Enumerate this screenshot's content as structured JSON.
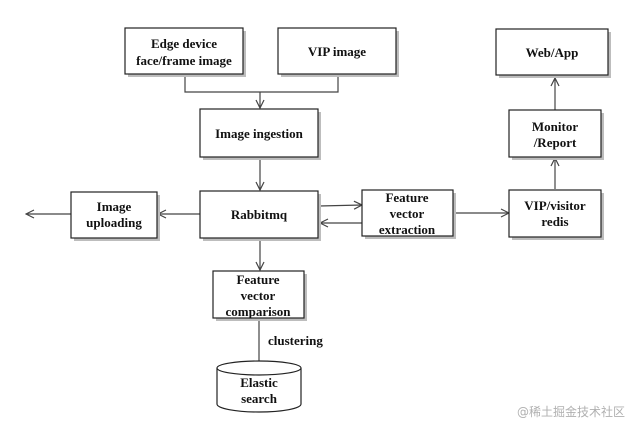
{
  "diagram": {
    "nodes": {
      "edge_device": [
        "Edge device",
        "face/frame image"
      ],
      "vip_image": [
        "VIP image"
      ],
      "image_ingestion": [
        "Image ingestion"
      ],
      "rabbitmq": [
        "Rabbitmq"
      ],
      "image_uploading": [
        "Image",
        "uploading"
      ],
      "feature_extraction": [
        "Feature",
        "vector",
        "extraction"
      ],
      "vip_redis": [
        "VIP/visitor",
        "redis"
      ],
      "monitor_report": [
        "Monitor",
        "/Report"
      ],
      "web_app": [
        "Web/App"
      ],
      "feature_comparison": [
        "Feature",
        "vector",
        "comparison"
      ],
      "elastic_search": [
        "Elastic",
        "search"
      ]
    },
    "edges": [
      {
        "from": "edge_device",
        "to": "image_ingestion"
      },
      {
        "from": "vip_image",
        "to": "image_ingestion"
      },
      {
        "from": "image_ingestion",
        "to": "rabbitmq"
      },
      {
        "from": "rabbitmq",
        "to": "image_uploading"
      },
      {
        "from": "image_uploading",
        "to": "external"
      },
      {
        "from": "rabbitmq",
        "to": "feature_extraction"
      },
      {
        "from": "feature_extraction",
        "to": "rabbitmq"
      },
      {
        "from": "feature_extraction",
        "to": "vip_redis"
      },
      {
        "from": "vip_redis",
        "to": "monitor_report"
      },
      {
        "from": "monitor_report",
        "to": "web_app"
      },
      {
        "from": "rabbitmq",
        "to": "feature_comparison"
      },
      {
        "from": "feature_comparison",
        "to": "elastic_search",
        "label": "clustering"
      }
    ],
    "edge_labels": {
      "clustering": "clustering"
    }
  },
  "watermark": "@稀土掘金技术社区"
}
